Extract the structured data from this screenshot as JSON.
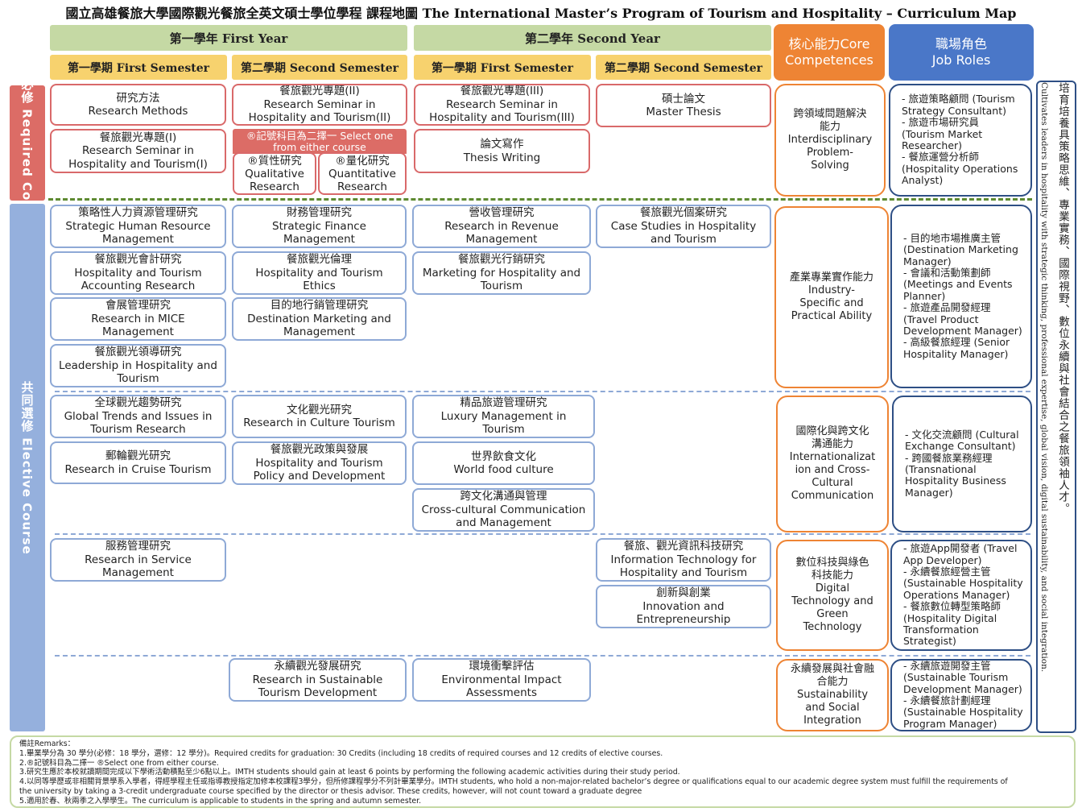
{
  "title": "國立高雄餐旅大學國際觀光餐旅全英文碩士學位學程 課程地圖  The International Master’s Program of Tourism  and Hospitality – Curriculum  Map",
  "years": {
    "first": "第一學年 First Year",
    "second": "第二學年 Second Year"
  },
  "semesters": {
    "y1s1": "第一學期 First Semester",
    "y1s2": "第二學期 Second Semester",
    "y2s1": "第一學期 First Semester",
    "y2s2": "第二學期 Second Semester"
  },
  "headers": {
    "competences_zh": "核心能力Core",
    "competences_en": "Competences",
    "roles_zh": "職場角色",
    "roles_en": "Job Roles"
  },
  "bands": {
    "required": "共同必修 Required Course",
    "elective": "共同選修 Elective Course"
  },
  "required": {
    "research_methods": {
      "zh": "研究方法",
      "en": "Research Methods"
    },
    "seminar_1": {
      "zh": "餐旅觀光專題(I)",
      "en": "Research Seminar in\nHospitality and Tourism(I)"
    },
    "seminar_2": {
      "zh": "餐旅觀光專題(II)",
      "en": "Research Seminar in\nHospitality and Tourism(II)"
    },
    "select_one": "®記號科目為二擇一 Select one from either course",
    "qualitative": {
      "zh": "®質性研究",
      "en": "Qualitative\nResearch"
    },
    "quantitative": {
      "zh": "®量化研究",
      "en": "Quantitative\nResearch"
    },
    "seminar_3": {
      "zh": "餐旅觀光專題(III)",
      "en": "Research Seminar in\nHospitality and Tourism(III)"
    },
    "thesis_writing": {
      "zh": "論文寫作",
      "en": "Thesis Writing"
    },
    "master_thesis": {
      "zh": "碩士論文",
      "en": "Master Thesis"
    }
  },
  "elective": {
    "shrm": {
      "zh": "策略性人力資源管理研究",
      "en": "Strategic Human Resource\nManagement"
    },
    "accounting": {
      "zh": "餐旅觀光會計研究",
      "en": "Hospitality and Tourism\nAccounting Research"
    },
    "mice": {
      "zh": "會展管理研究",
      "en": "Research in MICE\nManagement"
    },
    "leadership": {
      "zh": "餐旅觀光領導研究",
      "en": "Leadership in Hospitality and\nTourism"
    },
    "finance": {
      "zh": "財務管理研究",
      "en": "Strategic Finance\nManagement"
    },
    "ethics": {
      "zh": "餐旅觀光倫理",
      "en": "Hospitality and Tourism\nEthics"
    },
    "destination": {
      "zh": "目的地行銷管理研究",
      "en": "Destination Marketing and\nManagement"
    },
    "revenue": {
      "zh": "營收管理研究",
      "en": "Research in Revenue\nManagement"
    },
    "marketing": {
      "zh": "餐旅觀光行銷研究",
      "en": "Marketing for Hospitality and\nTourism"
    },
    "case_studies": {
      "zh": "餐旅觀光個案研究",
      "en": "Case Studies in Hospitality\nand Tourism"
    },
    "global_trends": {
      "zh": "全球觀光趨勢研究",
      "en": "Global Trends and Issues in\nTourism Research"
    },
    "cruise": {
      "zh": "郵輪觀光研究",
      "en": "Research in Cruise Tourism"
    },
    "culture": {
      "zh": "文化觀光研究",
      "en": "Research in Culture Tourism"
    },
    "policy": {
      "zh": "餐旅觀光政策與發展",
      "en": "Hospitality and Tourism\nPolicy and Development"
    },
    "luxury": {
      "zh": "精品旅遊管理研究",
      "en": "Luxury Management in\nTourism"
    },
    "food_culture": {
      "zh": "世界飲食文化",
      "en": "World food culture"
    },
    "crosscultural": {
      "zh": "跨文化溝通與管理",
      "en": "Cross-cultural Communication\nand Management"
    },
    "service": {
      "zh": "服務管理研究",
      "en": "Research in Service\nManagement"
    },
    "it": {
      "zh": "餐旅、觀光資訊科技研究",
      "en": "Information Technology for\nHospitality and Tourism"
    },
    "innovation": {
      "zh": "創新與創業",
      "en": "Innovation and\nEntrepreneurship"
    },
    "sustainable": {
      "zh": "永續觀光發展研究",
      "en": "Research in Sustainable\nTourism Development"
    },
    "eia": {
      "zh": "環境衝擊評估",
      "en": "Environmental Impact\nAssessments"
    }
  },
  "competences": {
    "c1": {
      "zh": "跨領域問題解決\n能力",
      "en": "Interdisciplinary\nProblem-\nSolving"
    },
    "c2": {
      "zh": "產業專業實作能力",
      "en": "Industry-\nSpecific and\nPractical Ability"
    },
    "c3": {
      "zh": "國際化與跨文化\n溝通能力",
      "en": "Internationalizat\nion and Cross-\nCultural\nCommunication"
    },
    "c4": {
      "zh": "數位科技與綠色\n科技能力",
      "en": "Digital\nTechnology  and\nGreen\nTechnology"
    },
    "c5": {
      "zh": "永續發展與社會融\n合能力",
      "en": "Sustainability\nand Social\nIntegration"
    }
  },
  "roles": {
    "r1": "- 旅遊策略顧問 (Tourism\nStrategy Consultant)\n  - 旅遊市場研究員\n(Tourism Market\nResearcher)\n  - 餐旅運營分析師\n(Hospitality Operations\nAnalyst)",
    "r2": "- 目的地市場推廣主管\n(Destination Marketing\nManager)\n  - 會議和活動策劃師\n(Meetings and Events\nPlanner)\n  - 旅遊產品開發經理\n(Travel Product\nDevelopment Manager)\n  - 高級餐旅經理 (Senior\nHospitality Manager)",
    "r3": "- 文化交流顧問 (Cultural\nExchange Consultant)\n- 跨國餐旅業務經理\n(Transnational\nHospitality Business\nManager)",
    "r4": "- 旅遊App開發者 (Travel\nApp Developer)\n  - 永續餐旅經營主管\n(Sustainable Hospitality\nOperations Manager)\n  - 餐旅數位轉型策略師\n(Hospitality Digital\nTransformation\nStrategist)",
    "r5": "- 永續旅遊開發主管\n(Sustainable Tourism\nDevelopment Manager)\n- 永續餐旅計劃經理\n(Sustainable Hospitality\nProgram Manager)"
  },
  "vision": {
    "zh": "培育培養具策略思維、專業實務、國際視野、數位永續與社會結合之餐旅領袖人才。",
    "en": "Cultivates leaders in hospitality with strategic thinking, professional expertise, global vision, digital sustainability, and social integration."
  },
  "remarks": [
    "備註Remarks：",
    "1.畢業學分為 30 學分(必修：18 學分，選修：12 學分)。Required credits for graduation: 30 Credits (including 18 credits of required courses and 12 credits of elective courses.",
    "2.®記號科目為二擇一  ®Select one from either course.",
    "3.研究生應於本校就讀期間完成以下學術活動積點至少6點以上。IMTH students should  gain at least 6 points by performing the following  academic activities during their study period.",
    "4.以同等學歷或非相關背景學系入學者，得經學程主任或指導教授指定加修本校課程3學分，但所修課程學分不列計畢業學分。IMTH students, who hold  a non-major-related bachelor’s degree or qualifications equal to our  academic degree system must fulfill the requirements of",
    "the university by  taking a 3-credit undergraduate course specified by the director or thesis advisor. These credits, however, will not  count toward a graduate degree",
    "5.適用於春、秋兩季之入學學生。The curriculum is applicable to students in the spring and autumn semester."
  ]
}
